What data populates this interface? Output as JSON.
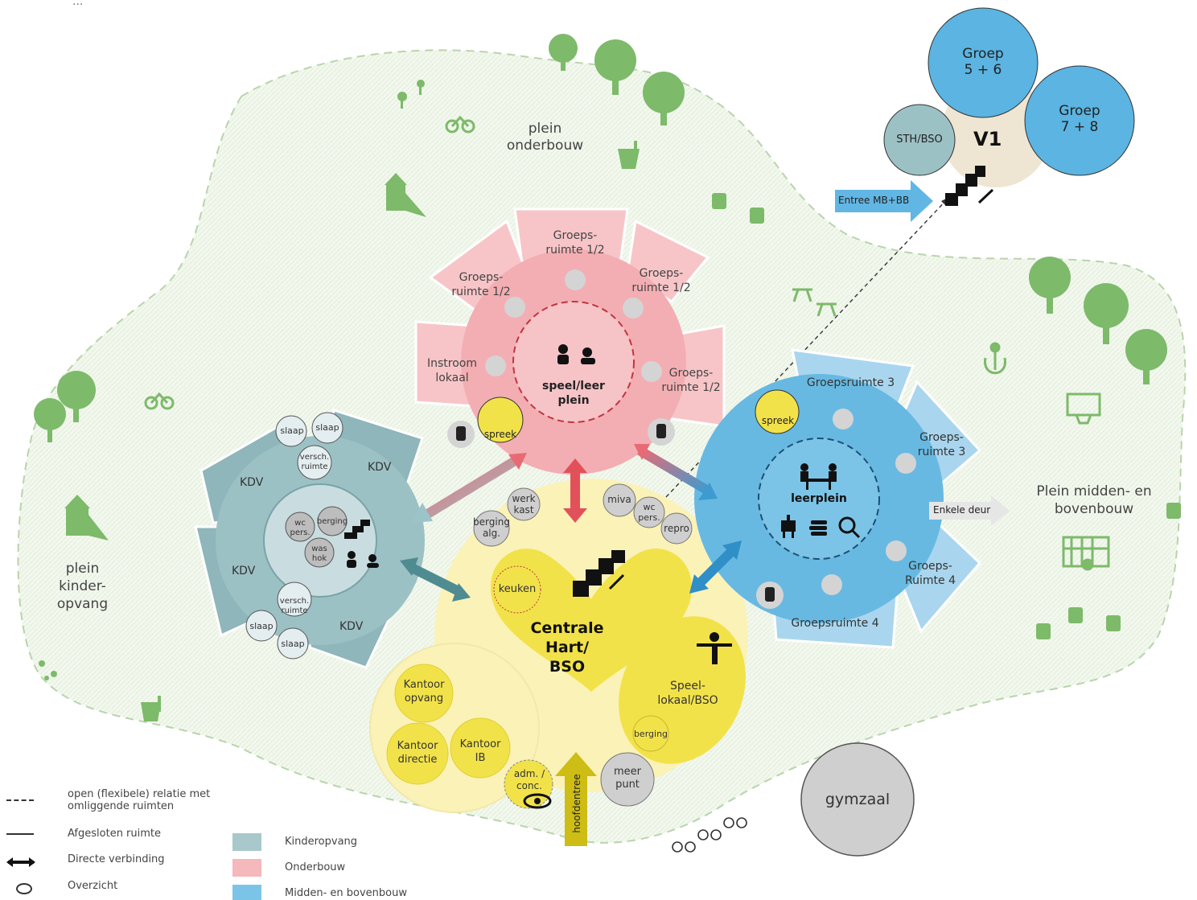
{
  "header_text": "...",
  "zones": {
    "onderbouw_plein": "plein\nonderbouw",
    "kinderopvang_plein": [
      "plein",
      "kinder-",
      "opvang"
    ],
    "midden_plein": [
      "Plein midden- en",
      "bovenbouw"
    ],
    "gymzaal": "gymzaal"
  },
  "v1": {
    "title": "V1",
    "groep56": [
      "Groep",
      "5 + 6"
    ],
    "groep78": [
      "Groep",
      "7 + 8"
    ],
    "sth": "STH/BSO",
    "entree": "Entree MB+BB"
  },
  "pink": {
    "center": [
      "speel/leer",
      "plein"
    ],
    "rooms": [
      [
        "Groeps-",
        "ruimte 1/2"
      ],
      [
        "Groeps-",
        "ruimte 1/2"
      ],
      [
        "Groeps-",
        "ruimte 1/2"
      ],
      [
        "Instroom",
        "lokaal"
      ],
      [
        "Groeps-",
        "ruimte 1/2"
      ]
    ],
    "spreek": "spreek"
  },
  "blue": {
    "center": "leerplein",
    "rooms": [
      "Groepsruimte 3",
      [
        "Groeps-",
        "ruimte 3"
      ],
      [
        "Groeps-",
        "Ruimte 4"
      ],
      "Groepsruimte 4"
    ],
    "spreek": "spreek",
    "door": "Enkele deur"
  },
  "teal": {
    "rooms": [
      "KDV",
      "KDV",
      "KDV",
      "KDV"
    ],
    "small": {
      "slaap1": "slaap",
      "slaap2": "slaap",
      "versch1": [
        "versch.",
        "ruimte"
      ],
      "versch2": [
        "versch.",
        "ruimte"
      ],
      "slaap3": "slaap",
      "slaap4": "slaap",
      "wc": [
        "wc",
        "pers."
      ],
      "berging": "berging",
      "was": [
        "was",
        "hok"
      ]
    }
  },
  "hart": {
    "title": [
      "Centrale",
      "Hart/",
      "BSO"
    ],
    "keuken": "keuken",
    "werkkast": [
      "werk",
      "kast"
    ],
    "berging_alg": [
      "berging",
      "alg."
    ],
    "miva": "miva",
    "wc_pers": [
      "wc",
      "pers."
    ],
    "repro": "repro",
    "kantoor_opvang": [
      "Kantoor",
      "opvang"
    ],
    "kantoor_directie": [
      "Kantoor",
      "directie"
    ],
    "kantoor_ib": [
      "Kantoor",
      "IB"
    ],
    "adm": [
      "adm. /",
      "conc."
    ],
    "meerpunt": [
      "meer",
      "punt"
    ],
    "speellokaal": [
      "Speel-",
      "lokaal/BSO"
    ],
    "berging": "berging",
    "hoofdentree": "hoofdentree"
  },
  "legend": {
    "open": [
      "open (flexibele) relatie met",
      "omliggende ruimten"
    ],
    "closed": "Afgesloten ruimte",
    "direct": "Directe verbinding",
    "overzicht": "Overzicht",
    "kinderopvang": "Kinderopvang",
    "onderbouw": "Onderbouw",
    "midden": "Midden- en bovenbouw"
  },
  "colors": {
    "teal": "#a9c8cb",
    "teal_dark": "#6f9ea2",
    "pink": "#f5c1c4",
    "pink_dark": "#e36d74",
    "blue": "#a8d6ee",
    "blue_dark": "#4aa3d3",
    "yellow": "#fbf2b8",
    "yellow_strong": "#f2e24a",
    "green": "#7dba6a",
    "grey": "#c8c8c8"
  }
}
